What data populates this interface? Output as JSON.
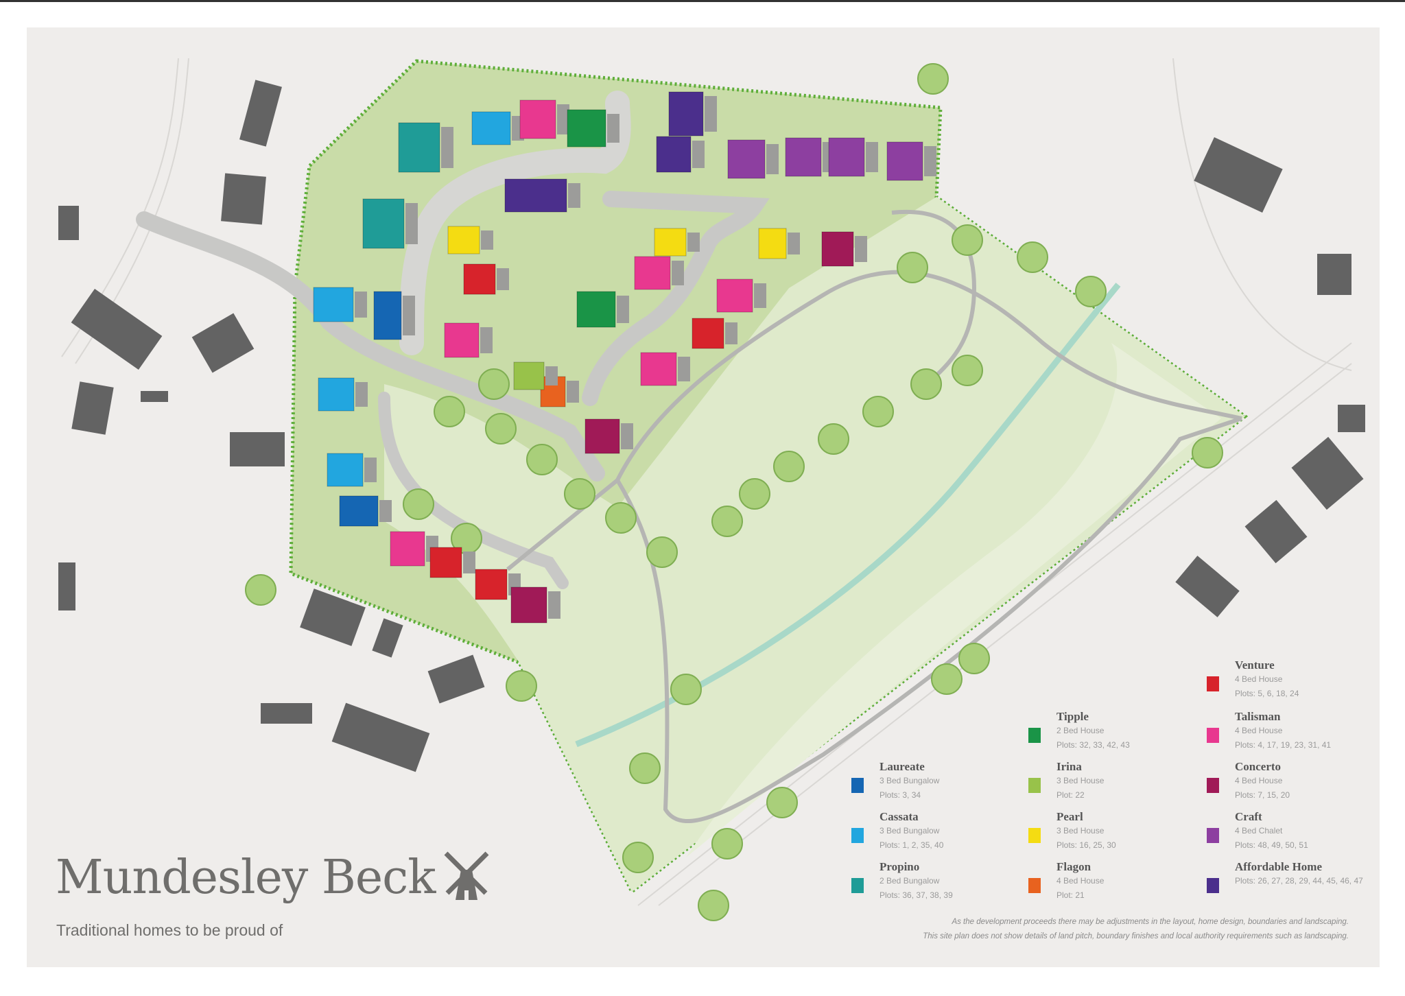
{
  "brand": {
    "title": "Mundesley Beck",
    "tagline": "Traditional homes to be proud of",
    "logo_icon": "windmill-icon"
  },
  "legend": [
    {
      "name": "Venture",
      "desc": "4 Bed House",
      "plots": "Plots: 5, 6, 18, 24",
      "color": "#d7232b"
    },
    {
      "name": "Tipple",
      "desc": "2 Bed House",
      "plots": "Plots: 32, 33, 42, 43",
      "color": "#1a9447"
    },
    {
      "name": "Talisman",
      "desc": "4 Bed House",
      "plots": "Plots: 4, 17, 19, 23, 31, 41",
      "color": "#e8388f"
    },
    {
      "name": "Laureate",
      "desc": "3 Bed Bungalow",
      "plots": "Plots: 3, 34",
      "color": "#1566b3"
    },
    {
      "name": "Irina",
      "desc": "3 Bed House",
      "plots": "Plot: 22",
      "color": "#98c24a"
    },
    {
      "name": "Concerto",
      "desc": "4 Bed House",
      "plots": "Plots: 7, 15, 20",
      "color": "#a01a57"
    },
    {
      "name": "Cassata",
      "desc": "3 Bed Bungalow",
      "plots": "Plots: 1, 2, 35, 40",
      "color": "#22a6df"
    },
    {
      "name": "Pearl",
      "desc": "3 Bed House",
      "plots": "Plots: 16, 25, 30",
      "color": "#f4dc12"
    },
    {
      "name": "Craft",
      "desc": "4 Bed Chalet",
      "plots": "Plots: 48, 49, 50, 51",
      "color": "#8d3fa0"
    },
    {
      "name": "Propino",
      "desc": "2 Bed Bungalow",
      "plots": "Plots: 36, 37, 38, 39",
      "color": "#1f9c97"
    },
    {
      "name": "Flagon",
      "desc": "4 Bed House",
      "plots": "Plot: 21",
      "color": "#e8621f"
    },
    {
      "name": "Affordable Home",
      "desc": "",
      "plots": "Plots: 26, 27, 28, 29, 44, 45, 46, 47",
      "color": "#4b2f8c"
    }
  ],
  "disclaimer": [
    "As the development proceeds there may be adjustments in the layout, home design, boundaries and landscaping.",
    "This site plan does not show details of land pitch, boundary finishes and local authority requirements such as landscaping."
  ],
  "map_colors": {
    "background": "#efedeb",
    "site": "#c9dca8",
    "open_space": "#dfeacb",
    "road": "#c8c8c6",
    "neighbour_building": "#636363",
    "driveway": "#f4e2b4",
    "stream": "#a8d8c8"
  }
}
